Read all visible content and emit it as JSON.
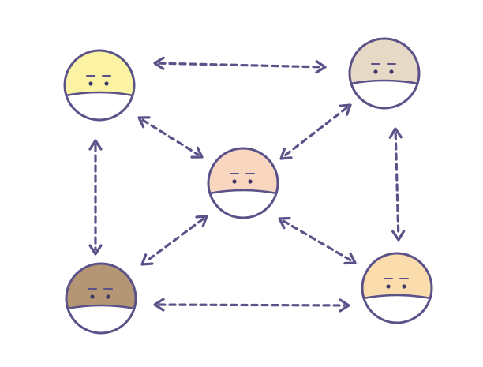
{
  "diagram": {
    "stroke_color": "#5a5288",
    "arrow_color": "#5a5288",
    "mask_color": "#ffffff",
    "eye_color": "#3f3a66",
    "nodes": [
      {
        "id": "top-left",
        "skin": "#fbf3a3",
        "icon": "masked-face-icon"
      },
      {
        "id": "top-right",
        "skin": "#e6d9c6",
        "icon": "masked-face-icon"
      },
      {
        "id": "center",
        "skin": "#f8d6c0",
        "icon": "masked-face-icon"
      },
      {
        "id": "bottom-left",
        "skin": "#b49674",
        "icon": "masked-face-icon"
      },
      {
        "id": "bottom-right",
        "skin": "#fbdcad",
        "icon": "masked-face-icon"
      }
    ],
    "edges": [
      {
        "from": "top-left",
        "to": "top-right",
        "style": "dashed",
        "arrows": "both"
      },
      {
        "from": "top-left",
        "to": "center",
        "style": "dashed",
        "arrows": "both"
      },
      {
        "from": "top-right",
        "to": "center",
        "style": "dashed",
        "arrows": "both"
      },
      {
        "from": "center",
        "to": "bottom-left",
        "style": "dashed",
        "arrows": "both"
      },
      {
        "from": "center",
        "to": "bottom-right",
        "style": "dashed",
        "arrows": "both"
      },
      {
        "from": "top-left",
        "to": "bottom-left",
        "style": "dashed",
        "arrows": "both"
      },
      {
        "from": "top-right",
        "to": "bottom-right",
        "style": "dashed",
        "arrows": "both"
      },
      {
        "from": "bottom-left",
        "to": "bottom-right",
        "style": "dashed",
        "arrows": "both"
      }
    ]
  }
}
